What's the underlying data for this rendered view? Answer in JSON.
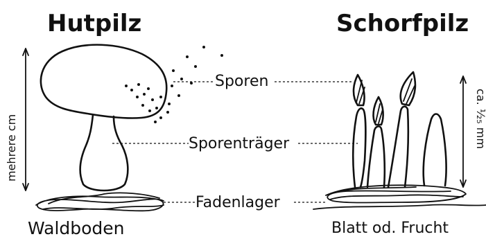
{
  "titles": {
    "left": "Hutpilz",
    "right": "Schorfpilz"
  },
  "labels": {
    "spores": "Sporen",
    "spore_carrier": "Sporenträger",
    "mycelium": "Fadenlager"
  },
  "substrates": {
    "left": "Waldboden",
    "right": "Blatt od. Frucht"
  },
  "size_labels": {
    "left": "mehrere cm",
    "right": "ca. ¹⁄₂₅ mm"
  }
}
